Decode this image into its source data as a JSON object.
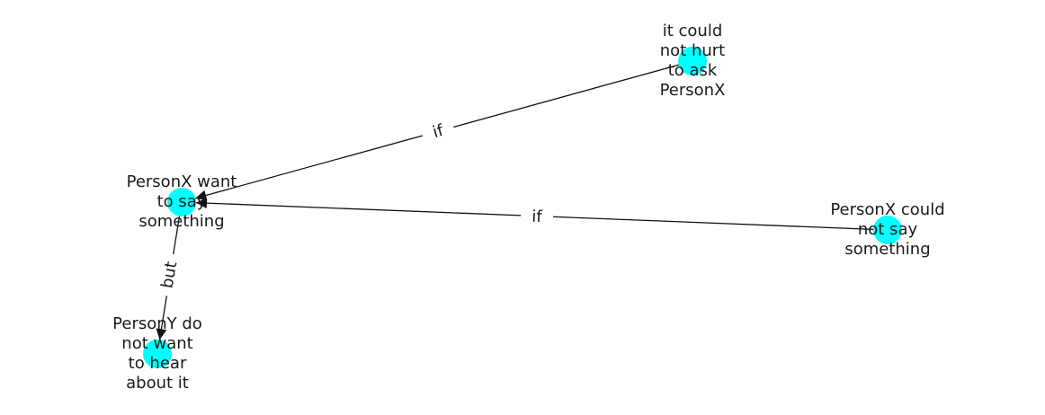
{
  "graph": {
    "node_color": "#00ffff",
    "edge_color": "#111111",
    "nodes": [
      {
        "id": "n_want",
        "lines": [
          "PersonX want",
          "to say",
          "something"
        ]
      },
      {
        "id": "n_hurt",
        "lines": [
          "it could",
          "not hurt",
          "to ask",
          "PersonX"
        ]
      },
      {
        "id": "n_could",
        "lines": [
          "PersonX could",
          "not say",
          "something"
        ]
      },
      {
        "id": "n_hear",
        "lines": [
          "PersonY do",
          "not want",
          "to hear",
          "about it"
        ]
      }
    ],
    "edges": [
      {
        "source": "n_hurt",
        "target": "n_want",
        "label": "if"
      },
      {
        "source": "n_could",
        "target": "n_want",
        "label": "if"
      },
      {
        "source": "n_want",
        "target": "n_hear",
        "label": "but"
      }
    ]
  }
}
